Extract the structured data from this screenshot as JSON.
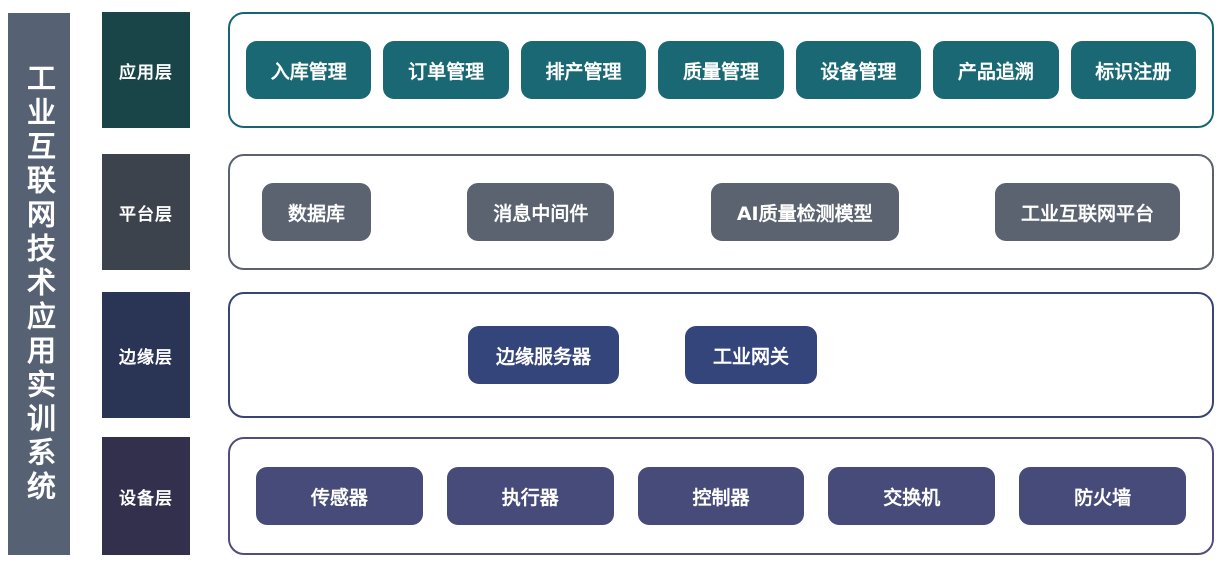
{
  "system": {
    "title": "工业互联网技术应用实训系统",
    "title_bar_color": "#566173"
  },
  "layers": [
    {
      "id": "application",
      "label": "应用层",
      "label_color": "#194549",
      "border_color": "#186572",
      "pill_color": "#196874",
      "items": [
        "入库管理",
        "订单管理",
        "排产管理",
        "质量管理",
        "设备管理",
        "产品追溯",
        "标识注册"
      ]
    },
    {
      "id": "platform",
      "label": "平台层",
      "label_color": "#3d434c",
      "border_color": "#5b626e",
      "pill_color": "#5b6371",
      "items": [
        "数据库",
        "消息中间件",
        "AI质量检测模型",
        "工业互联网平台"
      ]
    },
    {
      "id": "edge",
      "label": "边缘层",
      "label_color": "#2a3455",
      "border_color": "#3a4474",
      "pill_color": "#34457c",
      "items": [
        "边缘服务器",
        "工业网关"
      ]
    },
    {
      "id": "device",
      "label": "设备层",
      "label_color": "#33304e",
      "border_color": "#514d7d",
      "pill_color": "#474b79",
      "items": [
        "传感器",
        "执行器",
        "控制器",
        "交换机",
        "防火墙"
      ]
    }
  ]
}
